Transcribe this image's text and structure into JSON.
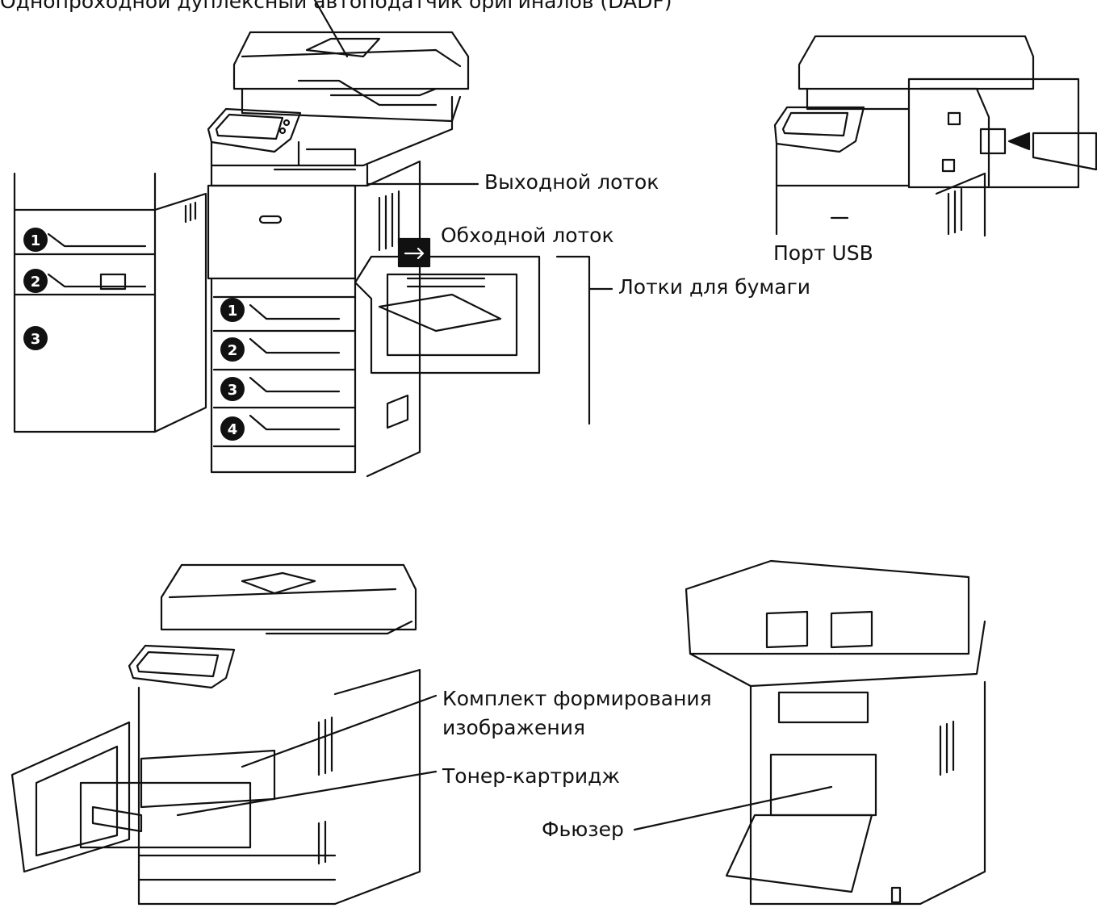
{
  "labels": {
    "adf": "Однопроходной дуплексный автоподатчик оригиналов (DADF)",
    "output_tray": "Выходной лоток",
    "bypass_tray": "Обходной лоток",
    "paper_trays": "Лотки для бумаги",
    "usb_port": "Порт USB",
    "imaging_kit_line1": "Комплект формирования",
    "imaging_kit_line2": "изображения",
    "toner_cartridge": "Тонер-картридж",
    "fuser": "Фьюзер"
  },
  "tray_numbers": {
    "side_stack": [
      "1",
      "2",
      "3"
    ],
    "main_stack": [
      "1",
      "2",
      "3",
      "4"
    ]
  }
}
